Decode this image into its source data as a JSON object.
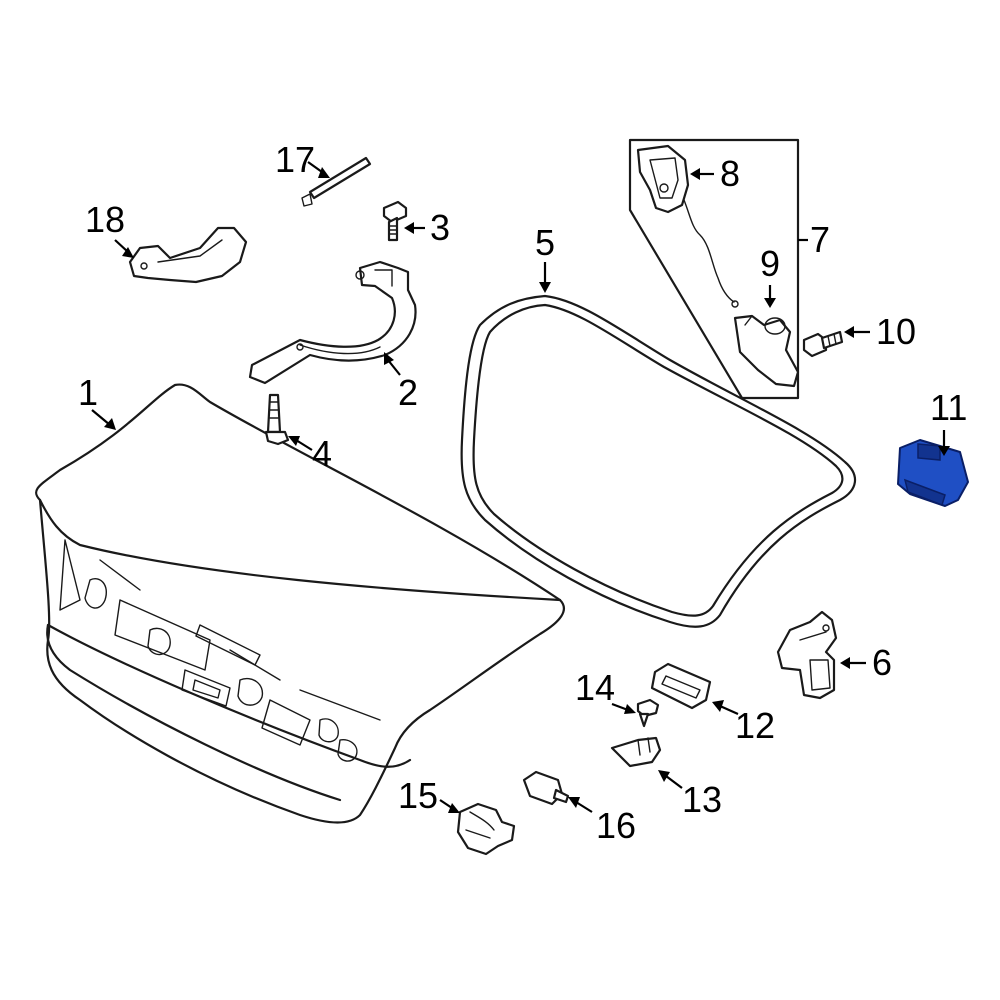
{
  "highlight_color": "#1f4fc4",
  "line_color": "#1a1a1a",
  "callouts": {
    "c1": "1",
    "c2": "2",
    "c3": "3",
    "c4": "4",
    "c5": "5",
    "c6": "6",
    "c7": "7",
    "c8": "8",
    "c9": "9",
    "c10": "10",
    "c11": "11",
    "c12": "12",
    "c13": "13",
    "c14": "14",
    "c15": "15",
    "c16": "16",
    "c17": "17",
    "c18": "18"
  },
  "highlighted_part": "11"
}
